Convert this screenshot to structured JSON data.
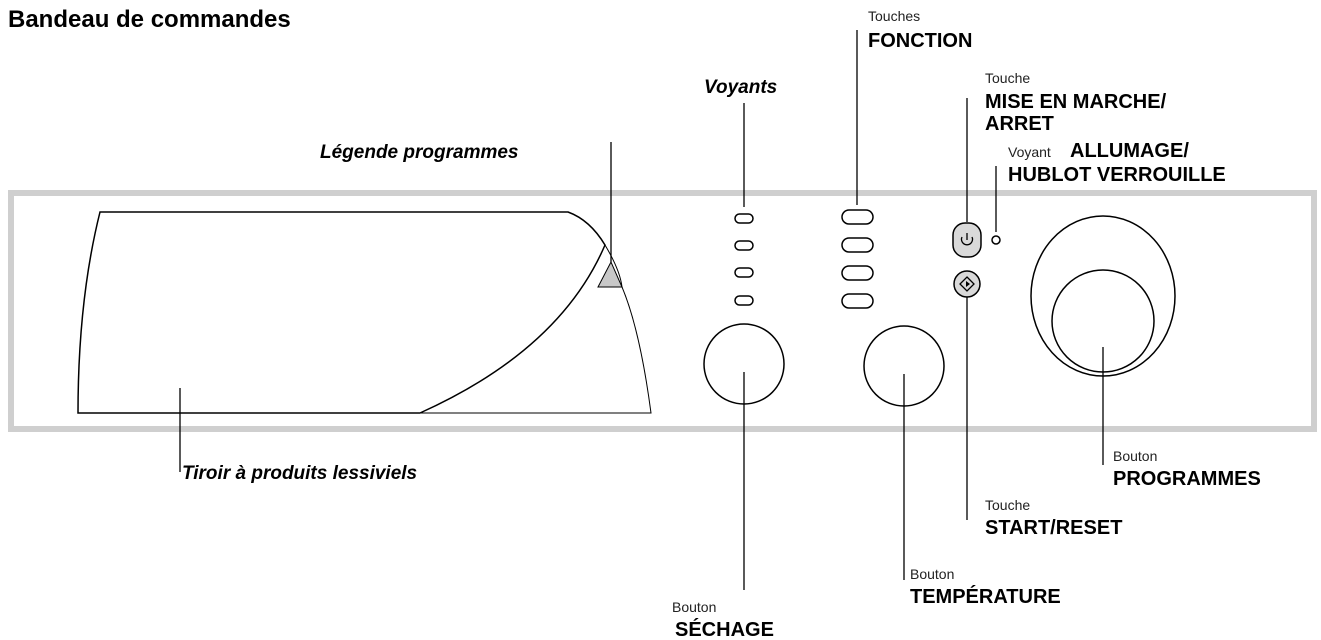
{
  "title": "Bandeau de commandes",
  "labels": {
    "legende": "Légende programmes",
    "voyants": "Voyants",
    "tiroir": "Tiroir à produits lessiviels",
    "fonction_small": "Touches",
    "fonction_big": "FONCTION",
    "mise_small": "Touche",
    "mise_big_1": "MISE EN MARCHE/",
    "mise_big_2": "ARRET",
    "allumage_small": "Voyant",
    "allumage_big_1": "ALLUMAGE/",
    "allumage_big_2": "HUBLOT VERROUILLE",
    "programmes_small": "Bouton",
    "programmes_big": "PROGRAMMES",
    "start_small": "Touche",
    "start_big": "START/RESET",
    "temperature_small": "Bouton",
    "temperature_big": "TEMPÉRATURE",
    "sechage_small": "Bouton",
    "sechage_big": "SÉCHAGE"
  },
  "icons": {
    "power": "power-symbol-icon",
    "start": "diamond-play-icon"
  },
  "colors": {
    "panel_border": "#cfcfcf",
    "button_fill": "#d9d9d9",
    "text": "#000000"
  }
}
